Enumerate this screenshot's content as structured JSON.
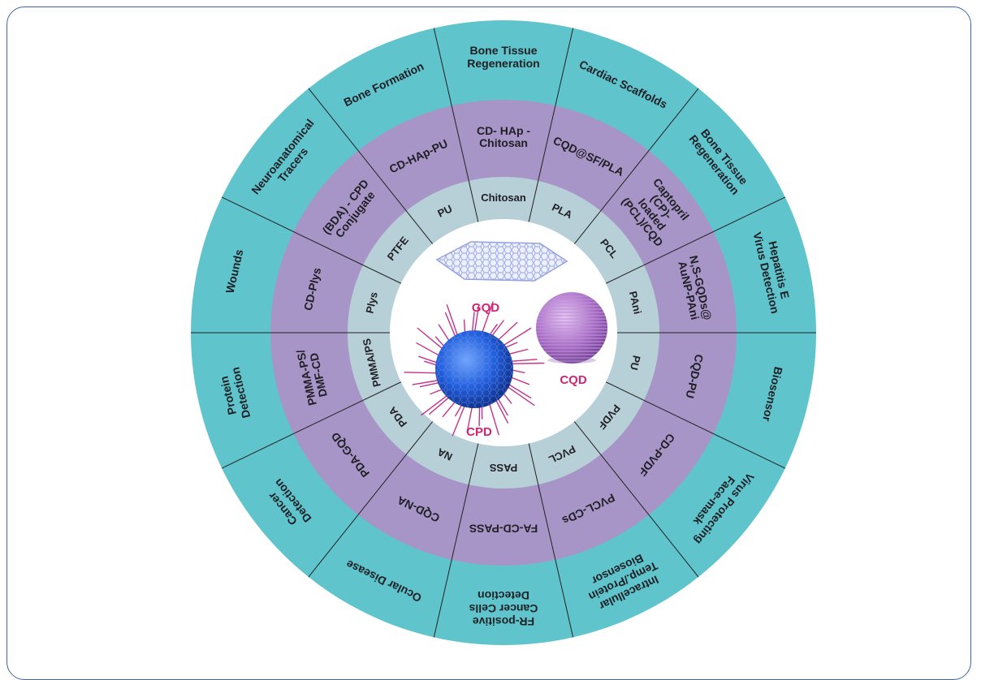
{
  "colors": {
    "outer_ring": "#5fc4cc",
    "purple_ring": "#a795c8",
    "inner_ring": "#b7cfd6",
    "divider": "#222222",
    "center_fill": "#ffffff",
    "center_label": "#d4246f",
    "frame_border": "#3f63a6"
  },
  "rings": [
    {
      "level": "application",
      "labels": [
        "Bone Tissue\nRegeneration",
        "Cardiac Scaffolds",
        "Bone Tissue\nRegeneration",
        "Hepatitis E\nVirus Detection",
        "Biosensor",
        "Virus Protecting\nFace-mask",
        "Intracellular\nTemp./Protein\nBiosensor",
        "FR-positive\nCancer Cells\nDetection",
        "Ocular Disease",
        "Cancer\nDetection",
        "Protein\nDetection",
        "Wounds",
        "Neuroanatomical\nTracers",
        "Bone Formation"
      ]
    },
    {
      "level": "composite",
      "labels": [
        "CD- HAp -\nChitosan",
        "CQD@SF/PLA",
        "Captopril\n(CP)-\nloaded\n(PCL)/CQD",
        "N,S-GQDs@\nAuNP-PAni",
        "CQD-PU",
        "CD-PVDF",
        "PVCL-CDs",
        "FA-CD-PASS",
        "CQD-NA",
        "PDA-GQD",
        "PMMA-PS/\nDMF-CD",
        "CD-Plys",
        "(BDA) - CPD\nConjugate",
        "CD-HAp-PU"
      ]
    },
    {
      "level": "polymer",
      "labels": [
        "Chitosan",
        "PLA",
        "PCL",
        "PAni",
        "PU",
        "PVDF",
        "PVCL",
        "PASS",
        "NA",
        "PDA",
        "PMMA/PS",
        "Plys",
        "PTFE",
        "PU"
      ]
    }
  ],
  "center": {
    "labels": [
      "GQD",
      "CQD",
      "CPD"
    ]
  }
}
